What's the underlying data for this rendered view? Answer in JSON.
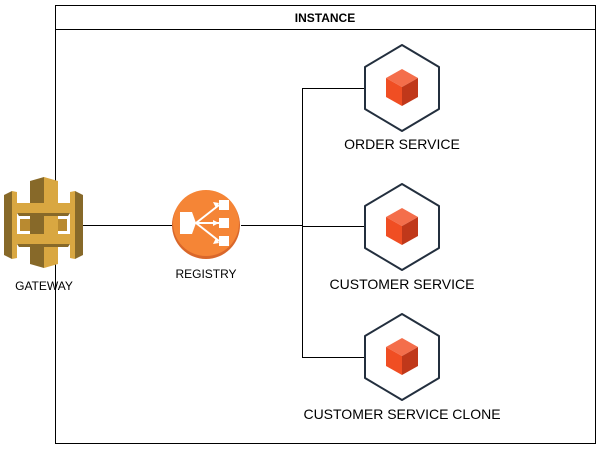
{
  "container": {
    "title": "INSTANCE"
  },
  "gateway": {
    "label": "GATEWAY",
    "icon": "api-gateway-icon",
    "color": "#D9A741",
    "color_dark": "#876929"
  },
  "registry": {
    "label": "REGISTRY",
    "icon": "load-balancer-icon",
    "color": "#F58536",
    "color_dark": "#D9672A"
  },
  "services": [
    {
      "label": "ORDER SERVICE",
      "icon": "service-cube-icon"
    },
    {
      "label": "CUSTOMER SERVICE",
      "icon": "service-cube-icon"
    },
    {
      "label": "CUSTOMER SERVICE CLONE",
      "icon": "service-cube-icon"
    }
  ],
  "colors": {
    "service_accent": "#F04E23",
    "service_accent_dark": "#C0381A",
    "line": "#000000"
  }
}
